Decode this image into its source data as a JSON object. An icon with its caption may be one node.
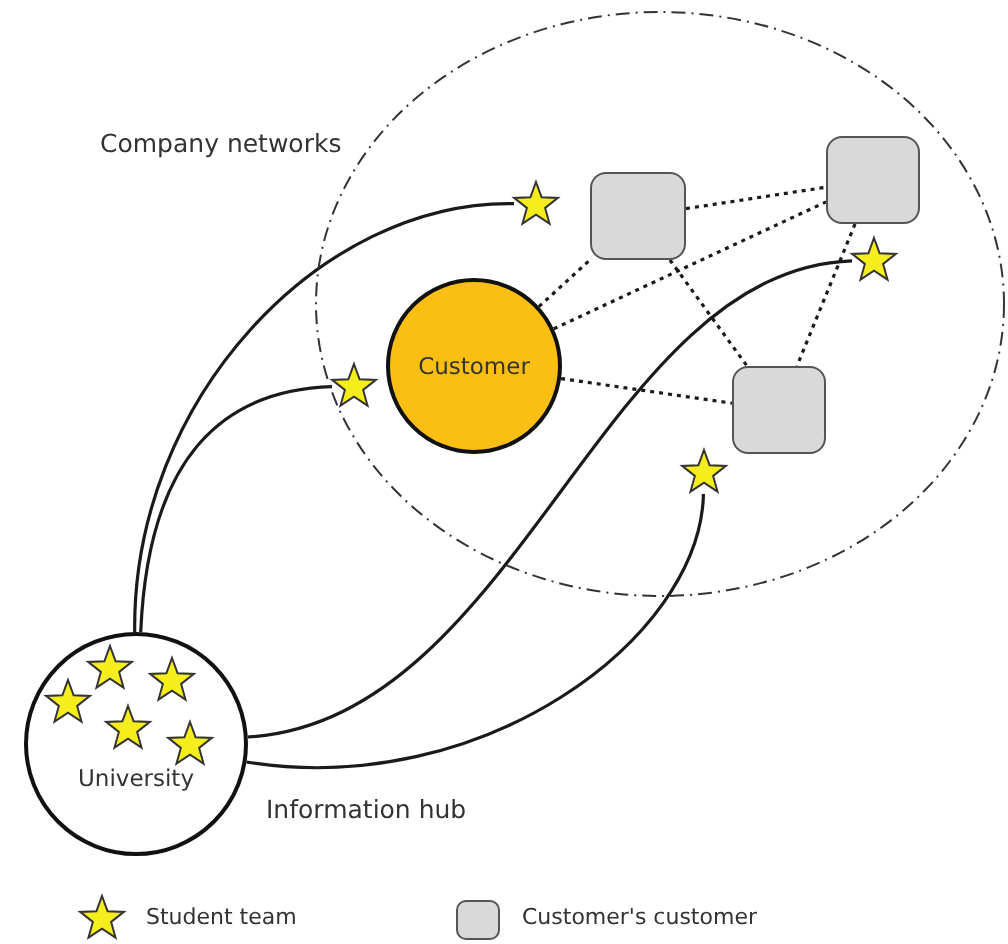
{
  "diagram": {
    "nodes": [
      {
        "text": [
          "Company networks"
        ]
      },
      {
        "text": [],
        "shape": "star",
        "in": 0
      },
      {
        "text": [],
        "shape": "box",
        "in": 0
      },
      {
        "text": [],
        "shape": "box",
        "in": 0
      },
      {
        "text": [],
        "shape": "star",
        "in": 0
      },
      {
        "text": [
          "Customer"
        ],
        "in": 0
      },
      {
        "text": [],
        "shape": "star",
        "in": 0
      },
      {
        "text": [],
        "shape": "box",
        "in": 0
      },
      {
        "text": [],
        "shape": "star",
        "in": 0
      },
      {
        "text": [
          "University"
        ]
      },
      {
        "text": [],
        "shape": "star",
        "in": 9
      },
      {
        "text": [],
        "shape": "star",
        "in": 9
      },
      {
        "text": [],
        "shape": "star",
        "in": 9
      },
      {
        "text": [],
        "shape": "star",
        "in": 9
      },
      {
        "text": [],
        "shape": "star",
        "in": 9
      }
    ],
    "edges": [
      {
        "from": 5,
        "to": 2,
        "arrow": "none",
        "style": "dashed"
      },
      {
        "from": 5,
        "to": 3,
        "arrow": "none",
        "style": "dashed"
      },
      {
        "from": 5,
        "to": 7,
        "arrow": "none",
        "style": "dashed"
      },
      {
        "from": 2,
        "to": 3,
        "arrow": "none",
        "style": "dashed"
      },
      {
        "from": 2,
        "to": 7,
        "arrow": "none",
        "style": "dashed"
      },
      {
        "from": 3,
        "to": 7,
        "arrow": "none",
        "style": "dashed"
      },
      {
        "from": 9,
        "to": 1,
        "arrow": "none"
      },
      {
        "from": 9,
        "to": 6,
        "arrow": "none"
      },
      {
        "from": 9,
        "to": 4,
        "arrow": "none"
      },
      {
        "from": 9,
        "to": 8,
        "arrow": "none"
      }
    ],
    "labels": [
      "Information hub"
    ],
    "legend": [
      {
        "text": "Student team"
      },
      {
        "text": "Customer's customer",
        "color": "#d9d9d9"
      }
    ]
  }
}
